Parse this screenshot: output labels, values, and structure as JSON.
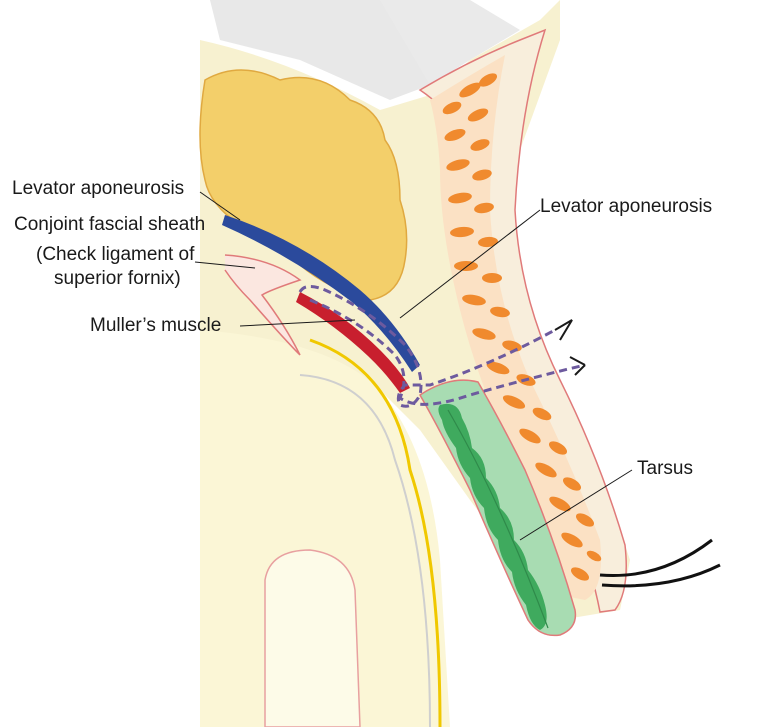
{
  "labels": {
    "levator_aponeurosis_left": "Levator aponeurosis",
    "conjoint_line1": "Conjoint fascial sheath",
    "conjoint_line2": "(Check ligament of",
    "conjoint_line3": "superior fornix)",
    "muller": "Muller’s muscle",
    "levator_aponeurosis_right": "Levator aponeurosis",
    "tarsus": "Tarsus"
  },
  "colors": {
    "skin": "#f7f3c8",
    "fat": "#f3cf6a",
    "orbicularis": "#f08a2e",
    "tarsus": "#8fcf9f",
    "tarsal_glands": "#3faa5e",
    "levator": "#2b4a9c",
    "muller": "#c81f2e",
    "dashed_path": "#6d5a9e",
    "bone": "#e6e6e6"
  }
}
